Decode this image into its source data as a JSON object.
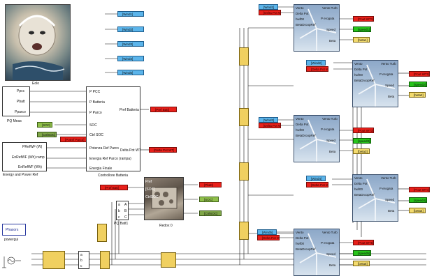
{
  "eolo": {
    "caption": "Eolo",
    "outputs": [
      "[Wind1]",
      "[Wind2]",
      "[Wind3]",
      "[Wind4]",
      "[Wind5]"
    ]
  },
  "pq_meas": {
    "caption": "PQ Meas",
    "rows": [
      "Ppcc",
      "Pbatt",
      "Pparco"
    ]
  },
  "energy_ref": {
    "caption": "Energy and Power Ref",
    "rows": [
      "PRefWF (W)",
      "EnRefWF (Wh) ramp",
      "EnRefWF (Wh)"
    ]
  },
  "soc_tag": "[SOC]",
  "ctrlsoc_tag": "[CtrlSOC]",
  "potref_tag": "[Potref Parco]",
  "controller": {
    "caption": "Controllore Batteria",
    "inputs": [
      "P PCC",
      "P Batteria",
      "P Parco",
      "SOC",
      "Ctrl SOC",
      "Potenza Ref Parco",
      "Energia Ref Parco (rampa)",
      "Energia Finale"
    ],
    "outputs": [
      "Pref Batteria",
      "Delta Pot WT"
    ]
  },
  "pref_batt_tag": "[Pref Batt]",
  "delta_pot_tag": "[Delta Pot WT]",
  "redox": {
    "caption": "Redox 0",
    "inputs": [
      "Pref",
      "[SOC]",
      "CtrlSOC"
    ],
    "in_tag": "[Pref Batt]",
    "out_tags": [
      "[Pbatt]",
      "[SOC]",
      "[CtrlSOC]"
    ]
  },
  "pq_batt": {
    "caption": "PQ Batt1",
    "ports": [
      "a",
      "b",
      "c",
      "A",
      "B",
      "C"
    ]
  },
  "powergui": {
    "label": "Phasors",
    "caption": "powergui"
  },
  "turbines": [
    {
      "vento_tag": "[Wind1]",
      "delta_tag": "[Delta Pot WT]",
      "pout_tag": "[Pout WT1]",
      "speed_tag": "[speed1]",
      "beta_tag": "[beta1]"
    },
    {
      "vento_tag": "[Wind2]",
      "delta_tag": "[Delta Pot WT]",
      "pout_tag": "[Pout WT2]",
      "speed_tag": "[speed2]",
      "beta_tag": "[beta2]"
    },
    {
      "vento_tag": "[Wind3]",
      "delta_tag": "[Delta Pot WT]",
      "pout_tag": "[Pout WT3]",
      "speed_tag": "[speed3]",
      "beta_tag": "[beta3]"
    },
    {
      "vento_tag": "[Wind4]",
      "delta_tag": "[Delta Pot WT]",
      "pout_tag": "[Pout WT4]",
      "speed_tag": "[speed4]",
      "beta_tag": "[beta4]"
    },
    {
      "vento_tag": "[Wind5]",
      "delta_tag": "[Delta Pot WT]",
      "pout_tag": "[Pout WT5]",
      "speed_tag": "[speed5]",
      "beta_tag": "[beta5]"
    }
  ],
  "turbine_ports": {
    "in": [
      "Vento",
      "Delta Pot",
      "hwf00",
      "BetaDroopRef"
    ],
    "out": [
      "Vento Turb",
      "P erogata",
      "Speed",
      "Beta"
    ]
  },
  "bus_meas_ports": [
    "A",
    "B",
    "C",
    "a",
    "b",
    "c"
  ]
}
